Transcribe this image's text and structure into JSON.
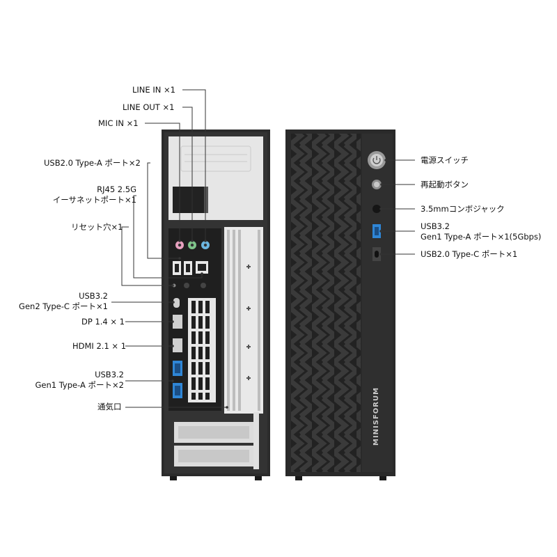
{
  "back_labels": {
    "line_in": "LINE IN ×1",
    "line_out": "LINE OUT ×1",
    "mic_in": "MIC IN ×1",
    "usb20_a": "USB2.0 Type-A ポート×2",
    "rj45_line1": "RJ45 2.5G",
    "rj45_line2": "イーサネットポート×1",
    "reset": "リセット穴×1",
    "usb32_gen2_line1": "USB3.2",
    "usb32_gen2_line2": "Gen2 Type-C ポート×1",
    "dp": "DP 1.4 × 1",
    "hdmi": "HDMI 2.1 × 1",
    "usb32_gen1_line1": "USB3.2",
    "usb32_gen1_line2": "Gen1 Type-A ポート×2",
    "vent": "通気口"
  },
  "front_labels": {
    "power": "電源スイッチ",
    "restart": "再起動ボタン",
    "audio": "3.5mmコンボジャック",
    "usb32_line1": "USB3.2",
    "usb32_line2": "Gen1 Type-A ポート×1(5Gbps)",
    "usb20_c": "USB2.0 Type-C ポート×1"
  },
  "brand": "MINISFORUM",
  "colors": {
    "chassis": "#2b2b2b",
    "panel": "#3a3a3a",
    "usb3_blue": "#2f86d6",
    "line_in_port": "#6cb6e0",
    "line_out_port": "#7fc58a",
    "mic_port": "#e7a1bf"
  }
}
